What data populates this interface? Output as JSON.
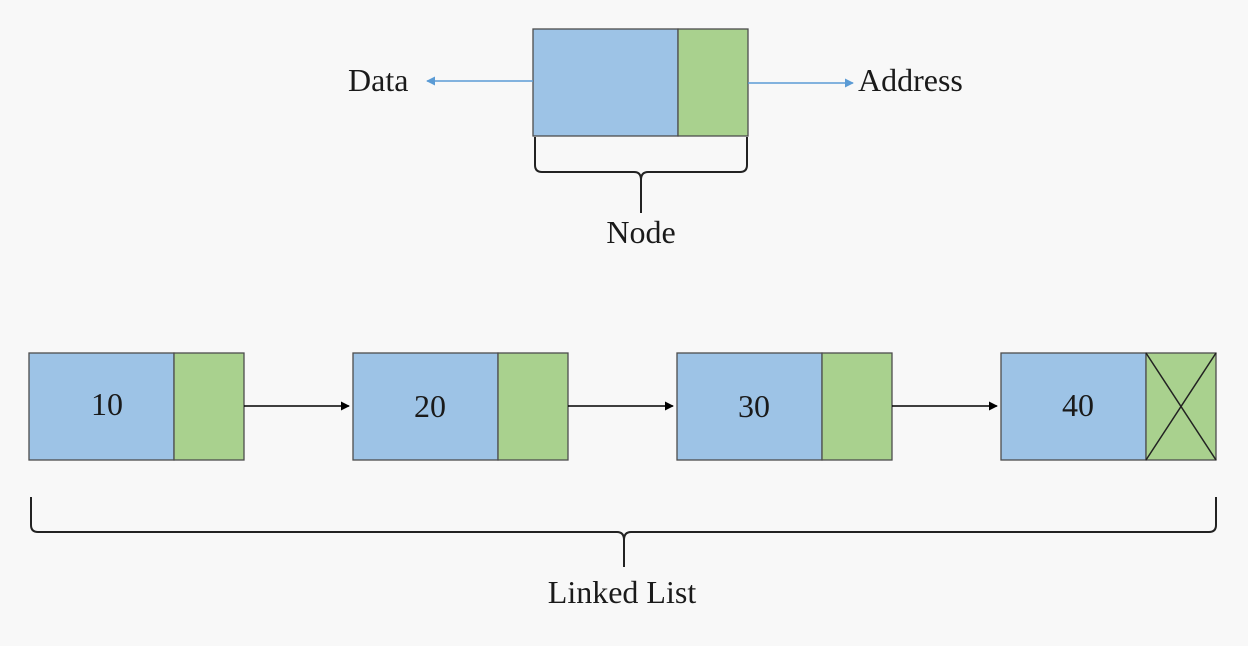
{
  "legend": {
    "data_label": "Data",
    "address_label": "Address",
    "node_label": "Node"
  },
  "list": {
    "nodes": [
      {
        "value": "10",
        "is_null": false
      },
      {
        "value": "20",
        "is_null": false
      },
      {
        "value": "30",
        "is_null": false
      },
      {
        "value": "40",
        "is_null": true
      }
    ],
    "label": "Linked List"
  },
  "colors": {
    "data_cell": "#9dc3e6",
    "address_cell": "#a9d18e",
    "legend_arrow": "#5b9bd5",
    "link_arrow": "#000000"
  }
}
